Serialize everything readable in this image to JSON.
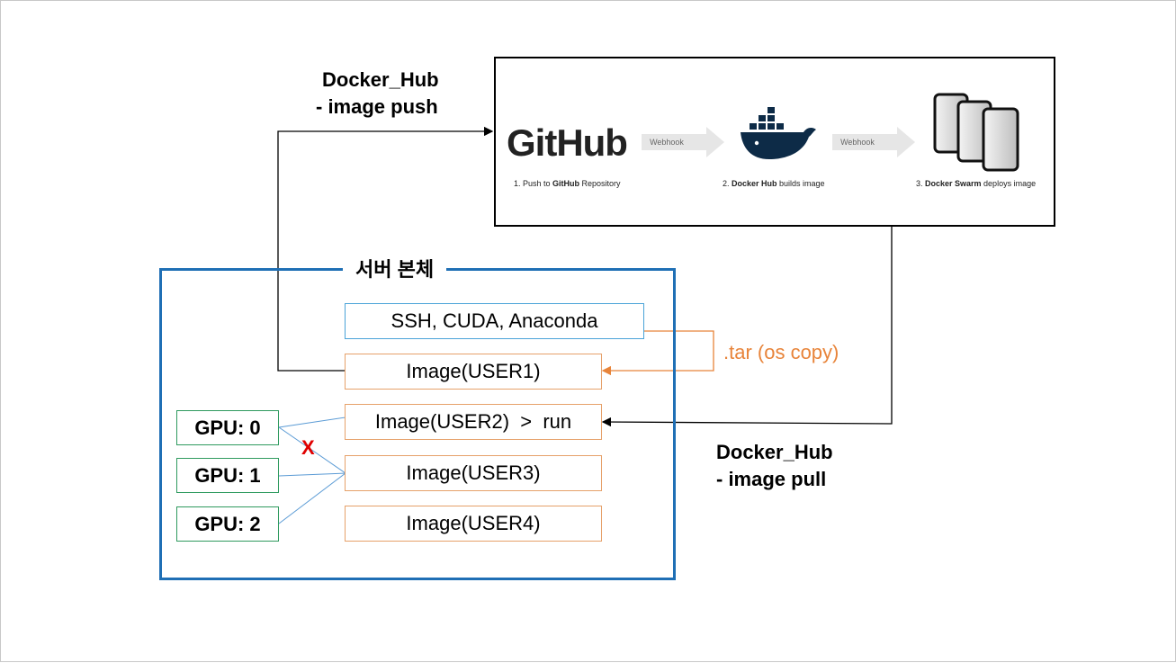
{
  "labels": {
    "hub_push_line1": "Docker_Hub",
    "hub_push_line2": "- image push",
    "hub_pull_line1": "Docker_Hub",
    "hub_pull_line2": "- image pull",
    "server_title": "서버 본체",
    "tar_copy": ".tar (os copy)",
    "x_mark": "X"
  },
  "base_image": "SSH, CUDA, Anaconda",
  "images": [
    "Image(USER1)",
    "Image(USER2)  >  run",
    "Image(USER3)",
    "Image(USER4)"
  ],
  "gpus": [
    "GPU: 0",
    "GPU: 1",
    "GPU: 2"
  ],
  "workflow": {
    "github_logo": "GitHub",
    "webhook_1": "Webhook",
    "webhook_2": "Webhook",
    "step1_prefix": "1. Push to ",
    "step1_bold": "GitHub",
    "step1_suffix": " Repository",
    "step2_prefix": "2. ",
    "step2_bold": "Docker Hub",
    "step2_suffix": " builds image",
    "step3_prefix": "3. ",
    "step3_bold": "Docker Swarm",
    "step3_suffix": " deploys image"
  },
  "colors": {
    "server_border": "#1f6fb5",
    "base_border": "#4aa3d8",
    "image_border": "#e6a16a",
    "gpu_border": "#2e9a5e",
    "tar_text": "#e8843a",
    "x_mark": "#e00000",
    "gpu_links": "#5b9bd5",
    "docker_blue": "#0d2b47"
  }
}
